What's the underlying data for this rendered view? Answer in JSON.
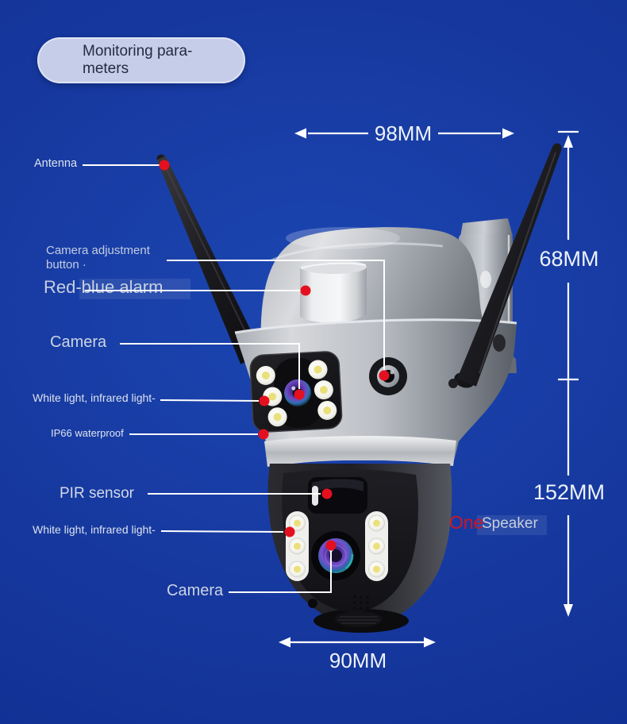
{
  "badge": {
    "line1": "Monitoring para-",
    "line2": "meters"
  },
  "callouts": {
    "antenna": "Antenna",
    "camera_adjustment_line1": "Camera adjustment",
    "camera_adjustment_line2": "button ·",
    "red_blue_alarm": "Red-blue alarm",
    "camera_top": "Camera",
    "white_light_top": "White light, infrared light-",
    "ip66": "IP66 waterproof",
    "pir_sensor": "PIR sensor",
    "white_light_bottom": "White light, infrared light-",
    "camera_bottom": "Camera",
    "speaker_prefix": "One",
    "speaker": "Speaker"
  },
  "dimensions": {
    "top_width": "98MM",
    "upper_height": "68MM",
    "lower_height": "152MM",
    "bottom_width": "90MM"
  },
  "colors": {
    "background": "#16389e",
    "badge_bg": "#c5cde9",
    "badge_text": "#232c40",
    "label_text": "#d6ddea",
    "dimension_text": "#eef2f9",
    "marker_red": "#e5101f",
    "one_red": "#cf1626"
  }
}
